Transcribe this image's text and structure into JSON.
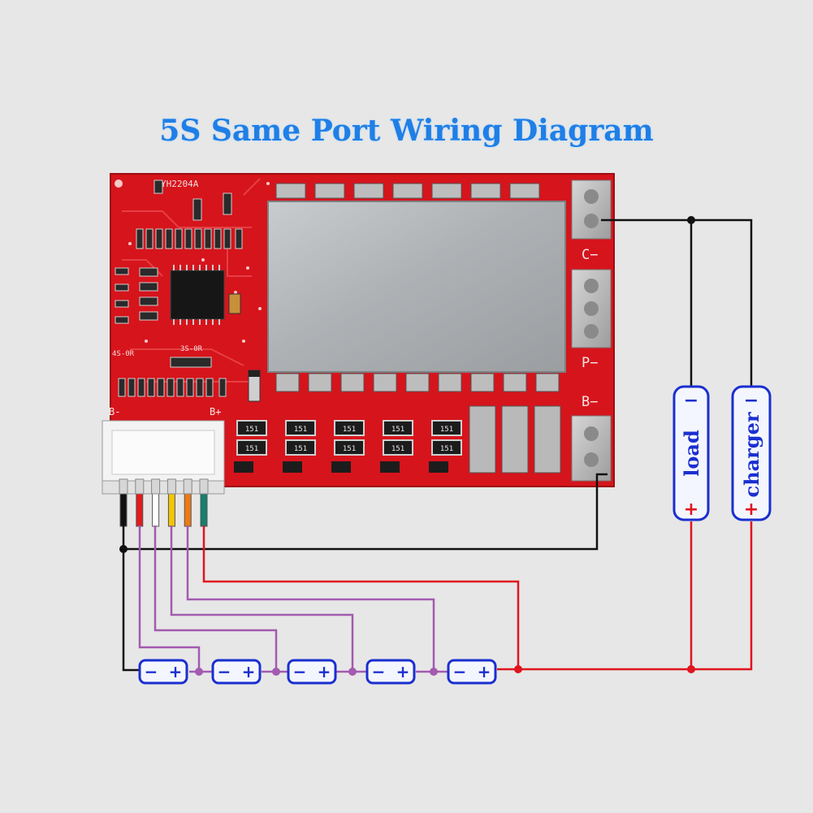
{
  "title": "5S Same Port Wiring Diagram",
  "board": {
    "model": "YH2204A",
    "label_b_minus_left": "B-",
    "label_b_plus": "B+",
    "label_c_minus": "C−",
    "label_p_minus": "P−",
    "label_b_minus_right": "B−",
    "label_4s": "4S-0R",
    "label_3s": "3S-0R",
    "resistor_code": "151",
    "resistor_count": 10
  },
  "connector_wire_colors": [
    "#111111",
    "#e21b1b",
    "#ffffff",
    "#f2c500",
    "#ee7a12",
    "#16806b"
  ],
  "wire_colors": {
    "negative": "#111111",
    "positive": "#e0141e",
    "balance": "#a35ab0",
    "blue": "#1a2fcf"
  },
  "cells": [
    {
      "minus": "−",
      "plus": "+"
    },
    {
      "minus": "−",
      "plus": "+"
    },
    {
      "minus": "−",
      "plus": "+"
    },
    {
      "minus": "−",
      "plus": "+"
    },
    {
      "minus": "−",
      "plus": "+"
    }
  ],
  "load": {
    "label": "load",
    "minus": "−",
    "plus": "+"
  },
  "charger": {
    "label": "charger",
    "minus": "−",
    "plus": "+"
  }
}
